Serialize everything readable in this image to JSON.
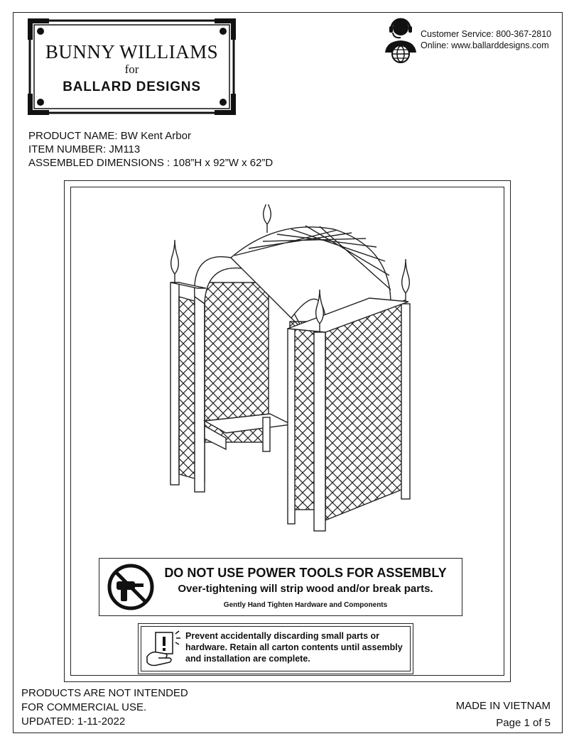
{
  "brand": {
    "line1": "BUNNY WILLIAMS",
    "line2": "for",
    "line3": "BALLARD DESIGNS"
  },
  "contact": {
    "service": "Customer Service: 800-367-2810",
    "online": "Online: www.ballarddesigns.com",
    "icon": "support-headset-globe-icon"
  },
  "product": {
    "name": "PRODUCT NAME: BW Kent Arbor",
    "item": "ITEM NUMBER: JM113",
    "dimensions": "ASSEMBLED DIMENSIONS : 108”H x 92”W x 62”D"
  },
  "illustration": {
    "icon": "arbor-bench-drawing"
  },
  "warning": {
    "headline": "DO NOT USE POWER TOOLS FOR ASSEMBLY",
    "subline": "Over-tightening will strip wood and/or break parts.",
    "note": "Gently Hand Tighten Hardware and Components",
    "icon": "no-power-drill-icon"
  },
  "notice": {
    "text": "Prevent accidentally discarding small parts or hardware. Retain all carton contents until assembly and installation are complete.",
    "icon": "hand-card-alert-icon"
  },
  "footer": {
    "commercial_line1": "PRODUCTS ARE NOT INTENDED",
    "commercial_line2": "FOR COMMERCIAL USE.",
    "updated": "UPDATED: 1-11-2022",
    "origin": "MADE IN VIETNAM",
    "page": "Page 1 of 5"
  }
}
